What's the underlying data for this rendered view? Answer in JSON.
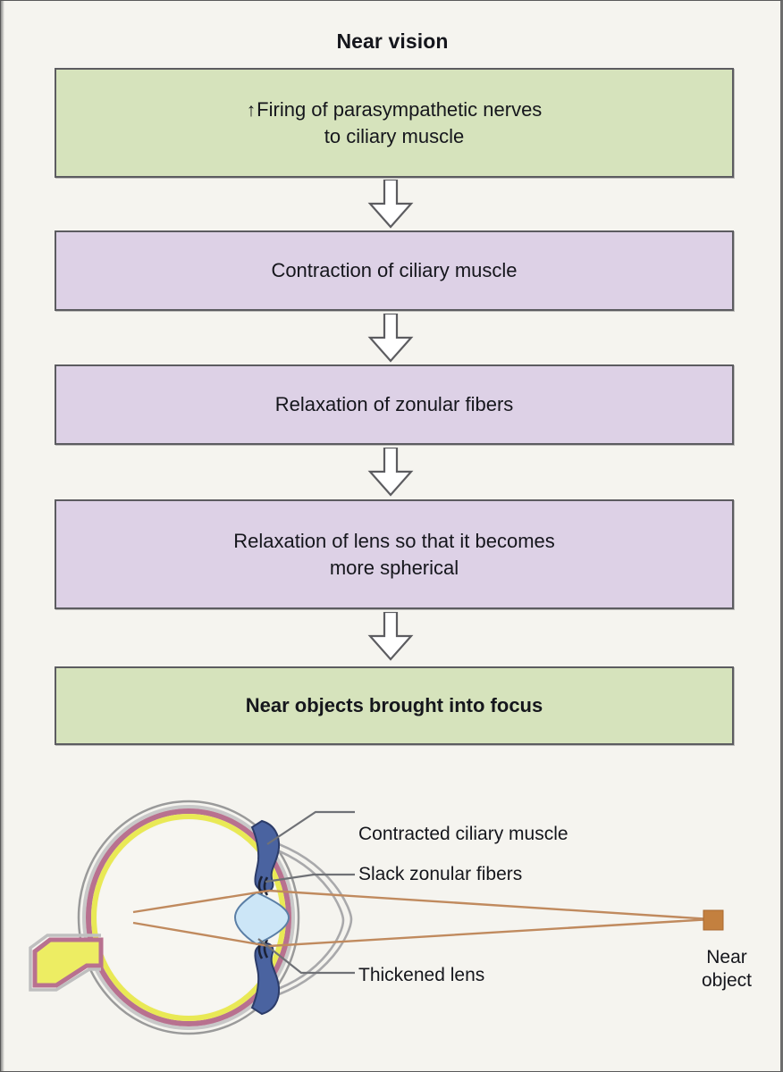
{
  "title": "Near vision",
  "colors": {
    "background": "#f5f4ef",
    "green_box": "#d6e3bc",
    "purple_box": "#ddd1e6",
    "box_border": "#5c5c60",
    "text": "#15161c",
    "light_ray": "#c08a5e",
    "near_object_marker": "#c3803f",
    "sclera": "#cfcfcf",
    "choroid": "#b8718f",
    "retina": "#ecec5a",
    "ciliary_muscle": "#4a63a0",
    "lens": "#cce6f7",
    "leader_line": "#6f7176"
  },
  "flow": {
    "steps": [
      {
        "id": "firing-parasympathetic",
        "color": "green",
        "bold": false,
        "arrow_prefix": "↑",
        "line1": "Firing of parasympathetic nerves",
        "line2": "to ciliary muscle"
      },
      {
        "id": "contraction-ciliary-muscle",
        "color": "purple",
        "bold": false,
        "line1": "Contraction of ciliary muscle",
        "line2": ""
      },
      {
        "id": "relaxation-zonular-fibers",
        "color": "purple",
        "bold": false,
        "line1": "Relaxation of zonular fibers",
        "line2": ""
      },
      {
        "id": "relaxation-lens",
        "color": "purple",
        "bold": false,
        "line1": "Relaxation of lens so that it becomes",
        "line2": "more spherical"
      },
      {
        "id": "near-objects-focus",
        "color": "green",
        "bold": true,
        "line1": "Near objects brought into focus",
        "line2": ""
      }
    ],
    "arrow_count": 4,
    "arrow_direction": "down"
  },
  "anatomy": {
    "labels": {
      "ciliary_muscle": "Contracted ciliary muscle",
      "zonular_fibers": "Slack zonular fibers",
      "lens": "Thickened lens",
      "near_object_line1": "Near",
      "near_object_line2": "object"
    }
  }
}
